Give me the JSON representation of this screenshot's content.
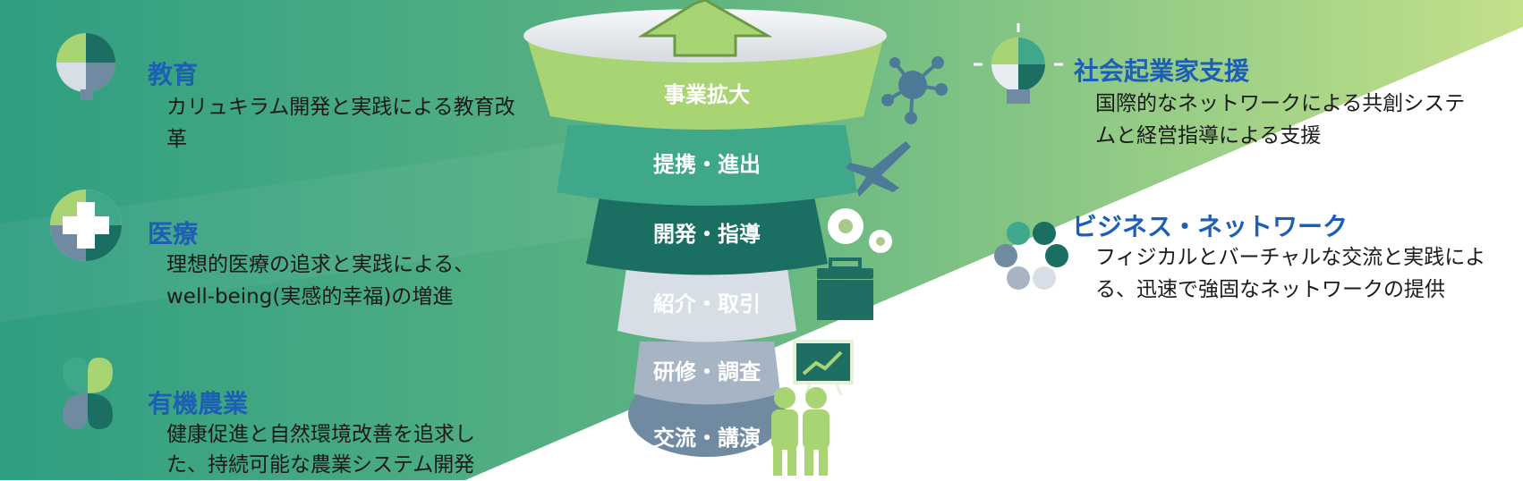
{
  "colors": {
    "bg_dark": "#2f9e82",
    "bg_light": "#b9dd88",
    "title_blue": "#1d5fb4",
    "funnel": [
      "#a9d473",
      "#40a88a",
      "#1a6e62",
      "#d7dee6",
      "#a7b4c4",
      "#6f8aa1"
    ]
  },
  "funnel": {
    "tiers": [
      {
        "label": "事業拡大"
      },
      {
        "label": "提携・進出"
      },
      {
        "label": "開発・指導"
      },
      {
        "label": "紹介・取引"
      },
      {
        "label": "研修・調査"
      },
      {
        "label": "交流・講演"
      }
    ]
  },
  "left_items": [
    {
      "title": "教育",
      "desc": [
        "カリュキラム開発と実践による教育改",
        "革"
      ],
      "icon": "puzzle-head-icon"
    },
    {
      "title": "医療",
      "desc": [
        "理想的医療の追求と実践による、",
        "well-being(実感的幸福)の増進"
      ],
      "icon": "medical-cross-icon"
    },
    {
      "title": "有機農業",
      "desc": [
        "健康促進と自然環境改善を追求し",
        "た、持続可能な農業システム開発"
      ],
      "icon": "clover-icon"
    }
  ],
  "right_items": [
    {
      "title": "社会起業家支援",
      "desc": [
        "国際的なネットワークによる共創システ",
        "ムと経営指導による支援"
      ],
      "icon": "lightbulb-icon"
    },
    {
      "title": "ビジネス・ネットワーク",
      "desc": [
        "フィジカルとバーチャルな交流と実践によ",
        "る、迅速で強固なネットワークの提供"
      ],
      "icon": "hexagon-network-icon"
    }
  ],
  "funnel_icons": [
    "network-nodes-icon",
    "airplane-icon",
    "gears-icon",
    "briefcase-icon",
    "chart-board-icon",
    "people-icon"
  ]
}
